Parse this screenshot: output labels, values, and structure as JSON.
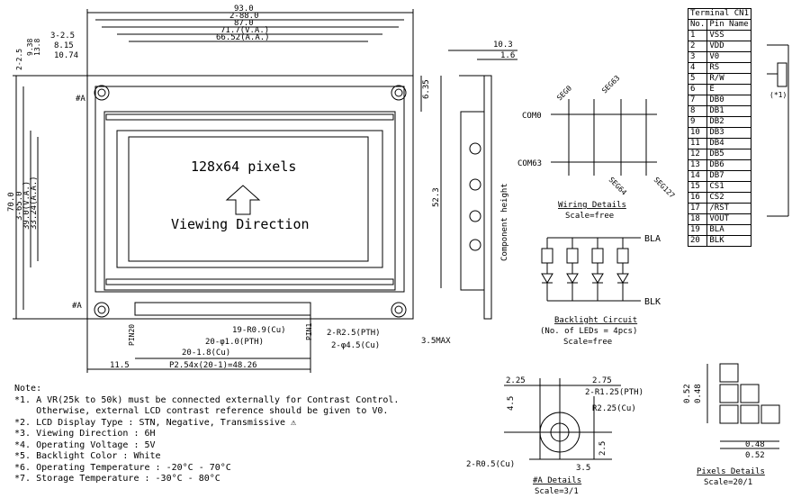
{
  "front_view": {
    "dims_top": [
      "93.0",
      "2-88.0",
      "87.0",
      "71.7(V.A.)",
      "66.52(A.A.)"
    ],
    "dims_left_top": [
      "3-2.5",
      "8.15",
      "10.74"
    ],
    "dims_left_vertical": [
      "2-2.5",
      "9.38",
      "13.8"
    ],
    "dims_height": [
      "70.0",
      "3-65.0",
      "39.0(V.A.)",
      "33.24(A.A.)"
    ],
    "dim_right_635": "6.35",
    "dim_right_523": "52.3",
    "mark_a_top": "#A",
    "mark_a_bottom": "#A",
    "display_size": "128x64 pixels",
    "viewing_direction": "Viewing Direction",
    "pin20_label": "PIN20",
    "pin1_label": "PIN1",
    "dim_pads": "19-R0.9(Cu)",
    "dim_pth": "20-φ1.0(PTH)",
    "dim_cu": "20-1.8(Cu)",
    "dim_115": "11.5",
    "dim_pitch": "P2.54x(20-1)=48.26",
    "dim_r25": "2-R2.5(PTH)",
    "dim_phi45": "2-φ4.5(Cu)"
  },
  "side_view": {
    "dim_103": "10.3",
    "dim_16": "1.6",
    "component_height": "Component height",
    "max_label": "3.5MAX"
  },
  "wiring": {
    "seg0": "SEG0",
    "seg63": "SEG63",
    "seg64": "SEG64",
    "seg127": "SEG127",
    "com0": "COM0",
    "com63": "COM63",
    "title": "Wiring Details",
    "scale": "Scale=free"
  },
  "backlight": {
    "bla": "BLA",
    "blk": "BLK",
    "title": "Backlight Circuit",
    "subtitle": "(No. of LEDs = 4pcs)",
    "scale": "Scale=free"
  },
  "pin_table": {
    "title": "Terminal CN1",
    "col_no": "No.",
    "col_name": "Pin Name",
    "pins": [
      {
        "no": "1",
        "name": "VSS"
      },
      {
        "no": "2",
        "name": "VDD"
      },
      {
        "no": "3",
        "name": "V0"
      },
      {
        "no": "4",
        "name": "RS"
      },
      {
        "no": "5",
        "name": "R/W"
      },
      {
        "no": "6",
        "name": "E"
      },
      {
        "no": "7",
        "name": "DB0"
      },
      {
        "no": "8",
        "name": "DB1"
      },
      {
        "no": "9",
        "name": "DB2"
      },
      {
        "no": "10",
        "name": "DB3"
      },
      {
        "no": "11",
        "name": "DB4"
      },
      {
        "no": "12",
        "name": "DB5"
      },
      {
        "no": "13",
        "name": "DB6"
      },
      {
        "no": "14",
        "name": "DB7"
      },
      {
        "no": "15",
        "name": "CS1"
      },
      {
        "no": "16",
        "name": "CS2"
      },
      {
        "no": "17",
        "name": "/RST"
      },
      {
        "no": "18",
        "name": "VOUT"
      },
      {
        "no": "19",
        "name": "BLA"
      },
      {
        "no": "20",
        "name": "BLK"
      }
    ],
    "vr_label": "(*1)"
  },
  "a_details": {
    "dim_225": "2.25",
    "dim_275": "2.75",
    "dim_r125": "2-R1.25(PTH)",
    "dim_r225": "R2.25(Cu)",
    "dim_45": "4.5",
    "dim_25": "2.5",
    "dim_35": "3.5",
    "dim_r05": "2-R0.5(Cu)",
    "title": "#A Details",
    "scale": "Scale=3/1"
  },
  "pixel_details": {
    "dim_052_v": "0.52",
    "dim_048_v": "0.48",
    "dim_048_h": "0.48",
    "dim_052_h": "0.52",
    "title": "Pixels Details",
    "scale": "Scale=20/1"
  },
  "notes": {
    "heading": "Note:",
    "lines": [
      "*1. A VR(25k to 50k) must be connected externally for Contrast Control.",
      "    Otherwise, external LCD contrast reference should be given to V0.",
      "*2. LCD Display Type : STN, Negative, Transmissive ⚠",
      "*3. Viewing Direction : 6H",
      "*4. Operating Voltage : 5V",
      "*5. Backlight Color : White",
      "*6. Operating Temperature : -20°C - 70°C",
      "*7. Storage Temperature : -30°C - 80°C"
    ]
  }
}
